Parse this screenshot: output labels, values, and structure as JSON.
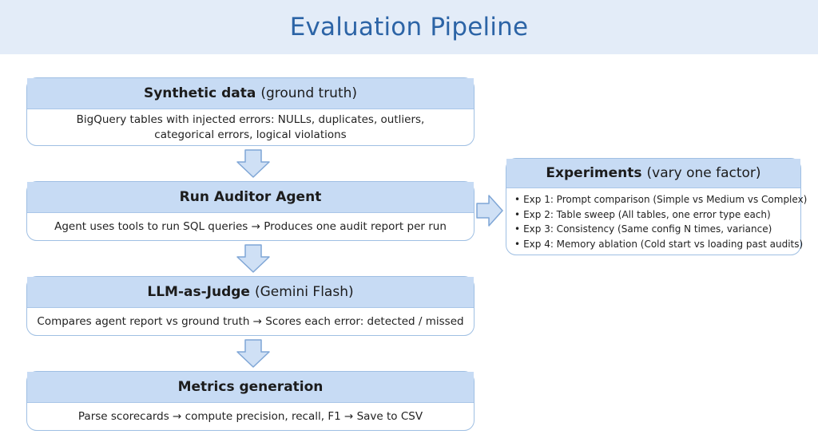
{
  "title": "Evaluation Pipeline",
  "steps": [
    {
      "title_bold": "Synthetic data",
      "title_rest": "(ground truth)",
      "lines": [
        "BigQuery tables with injected errors: NULLs, duplicates, outliers,",
        "categorical errors, logical violations"
      ]
    },
    {
      "title_bold": "Run Auditor Agent",
      "title_rest": "",
      "lines": [
        "Agent uses tools to run SQL queries → Produces one audit report per run"
      ]
    },
    {
      "title_bold": "LLM-as-Judge",
      "title_rest": "(Gemini Flash)",
      "lines": [
        "Compares agent report vs ground truth → Scores each error: detected / missed"
      ]
    },
    {
      "title_bold": "Metrics generation",
      "title_rest": "",
      "lines": [
        "Parse scorecards → compute precision, recall, F1 → Save to CSV"
      ]
    }
  ],
  "experiments": {
    "title_bold": "Experiments",
    "title_rest": "(vary one factor)",
    "items": [
      "Exp 1: Prompt comparison (Simple vs Medium vs Complex)",
      "Exp 2: Table sweep (All tables, one error type each)",
      "Exp 3: Consistency (Same config N times, variance)",
      "Exp 4: Memory ablation (Cold start vs loading past audits)"
    ]
  },
  "colors": {
    "title": "#2c64a6",
    "banner_bg": "#e3ecf8",
    "header_fill": "#c7dbf4",
    "border": "#9fbfe3",
    "arrow_fill": "#cfe0f5",
    "arrow_stroke": "#7fa6d6"
  }
}
